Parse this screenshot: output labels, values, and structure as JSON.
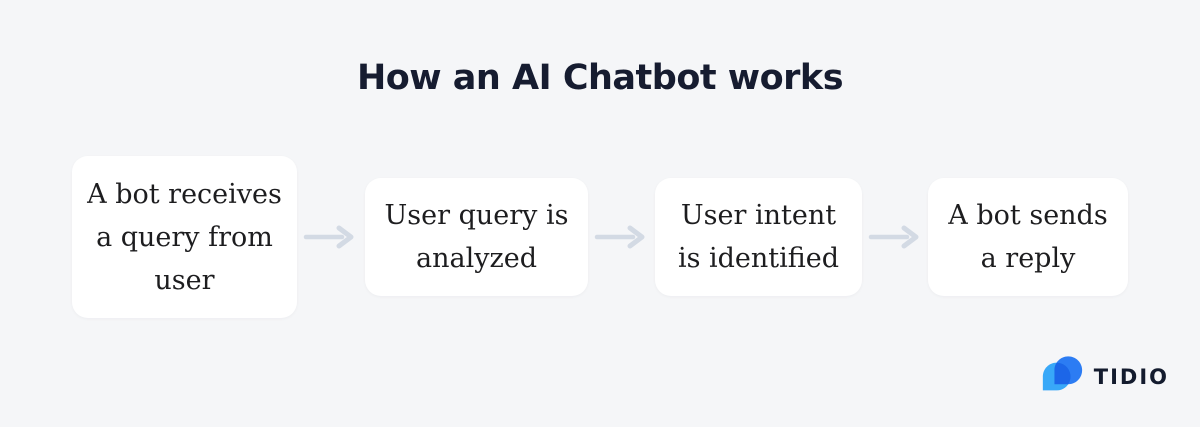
{
  "page": {
    "background": "#F5F6F8"
  },
  "title": "How an AI Chatbot works",
  "diagram": {
    "steps": [
      {
        "label": "A bot receives\na query from\nuser"
      },
      {
        "label": "User query is\nanalyzed"
      },
      {
        "label": "User intent\nis identified"
      },
      {
        "label": "A bot sends\na reply"
      }
    ],
    "arrow_color": "#D3DAE4",
    "box_background": "#FFFFFF",
    "text_color": "#1D1D1F",
    "title_color": "#161C30"
  },
  "logo": {
    "wordmark": "TIDIO",
    "colors": {
      "bubble_dark": "#2C7CF3",
      "bubble_light": "#38A8F8",
      "bubble_overlap": "#1C66E8",
      "text": "#131B2E"
    }
  }
}
